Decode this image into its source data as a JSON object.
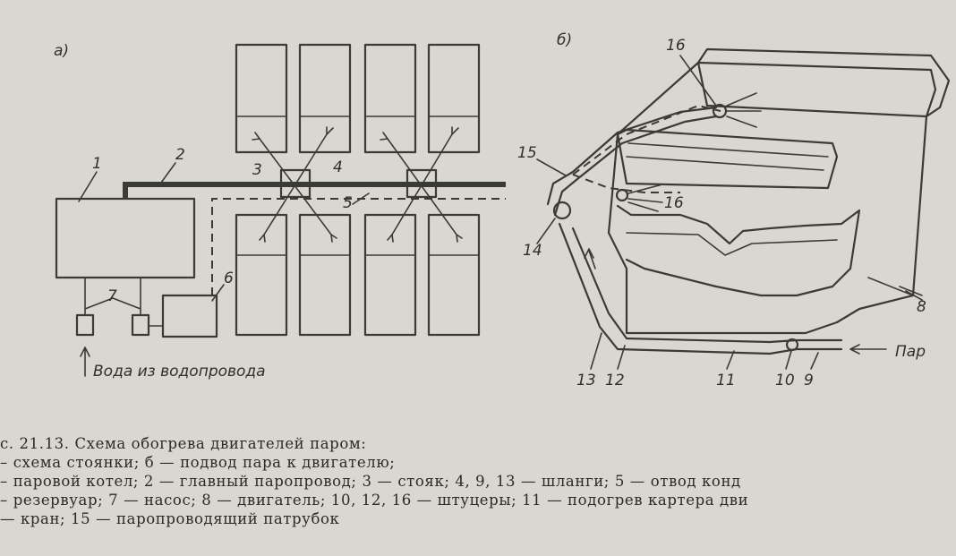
{
  "labels": {
    "panel_a": "а)",
    "panel_b": "б)",
    "n1": "1",
    "n2": "2",
    "n3": "3",
    "n4": "4",
    "n5": "5",
    "n6": "6",
    "n7": "7",
    "n8": "8",
    "n9": "9",
    "n10": "10",
    "n11": "11",
    "n12": "12",
    "n13": "13",
    "n14": "14",
    "n15": "15",
    "n16a": "16",
    "n16b": "16",
    "water": "Вода   из водопровода",
    "steam": "Пар"
  },
  "caption": {
    "line1": "с. 21.13. Схема обогрева двигателей паром:",
    "line2": "– схема стоянки; б — подвод пара к двигателю;",
    "line3": "– паровой котел; 2 — главный паропровод; 3 — стояк; 4, 9, 13 — шланги; 5 — отвод конд",
    "line4": "– резервуар; 7 — насос; 8 — двигатель; 10, 12, 16 — штуцеры; 11 — подогрев картера дви",
    "line5": "— кран; 15 — паропроводящий патрубок"
  }
}
